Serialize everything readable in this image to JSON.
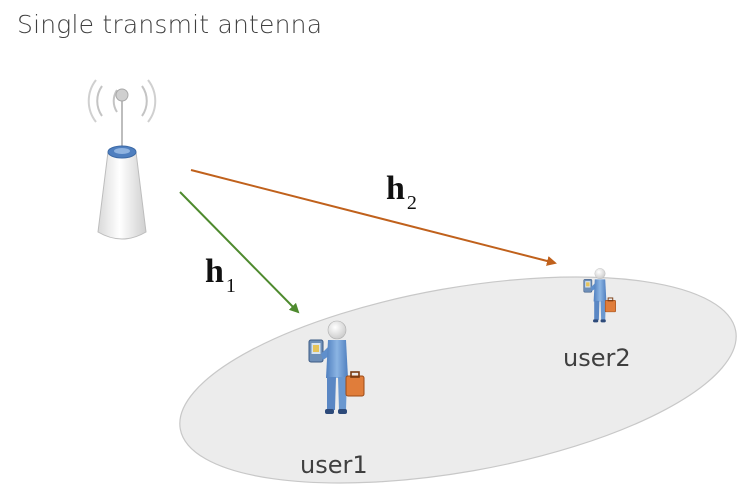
{
  "title": "Single transmit antenna",
  "channels": [
    {
      "symbol": "h",
      "subscript": "1",
      "color": "#4e8a2e",
      "target": "user1"
    },
    {
      "symbol": "h",
      "subscript": "2",
      "color": "#c0611c",
      "target": "user2"
    }
  ],
  "users": [
    {
      "label": "user1"
    },
    {
      "label": "user2"
    }
  ],
  "icons": {
    "antenna": "antenna-tower-icon",
    "user": "businessman-with-phone-icon"
  },
  "colors": {
    "area_fill": "#ececec",
    "area_stroke": "#c8c8c8",
    "text": "#3f3f3f",
    "person_body": "#6a98d0",
    "briefcase": "#e07d3a"
  }
}
